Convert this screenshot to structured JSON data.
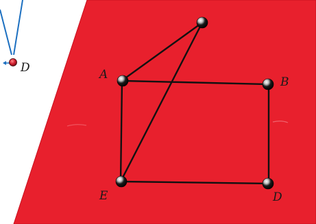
{
  "labels": {
    "top_left_d": "D",
    "a": "A",
    "b": "B",
    "e": "E",
    "d": "D"
  },
  "colors": {
    "page": "#ffffff",
    "plane": "#e8202d",
    "plane_edge": "#c8101f",
    "edges": "#111111",
    "wire": "#1b6fc0",
    "ball": "#0c0c0c",
    "ball_highlight": "#f3f3f3",
    "small_bead": "#d32030"
  }
}
